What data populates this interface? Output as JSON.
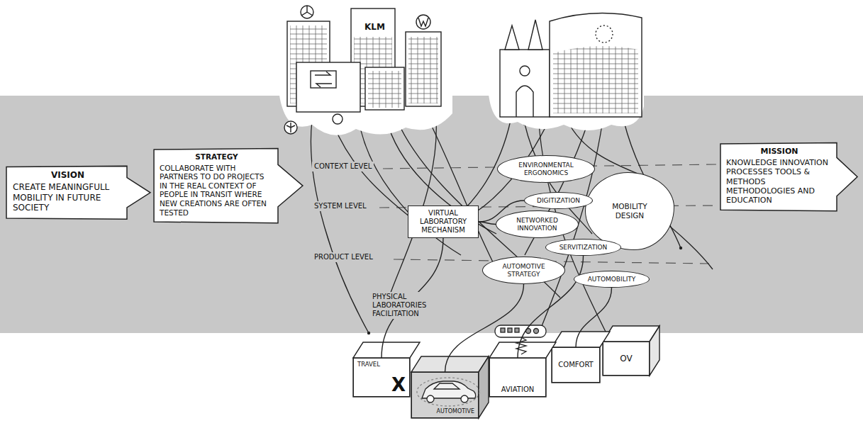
{
  "diagram": {
    "nodes": [
      {
        "text": [
          "VISION",
          "CREATE MEANINGFULL MOBILITY IN FUTURE SOCIETY"
        ]
      },
      {
        "text": [
          "STRATEGY",
          "COLLABORATE WITH PARTNERS TO DO PROJECTS IN THE REAL CONTEXT OF PEOPLE IN TRANSIT WHERE NEW CREATIONS ARE OFTEN TESTED"
        ]
      },
      {
        "text": [
          "VIRTUAL LABORATORY MECHANISM"
        ]
      },
      {
        "text": [
          "ENVIRONMENTAL ERGONOMICS"
        ]
      },
      {
        "text": [
          "DIGITIZATION"
        ]
      },
      {
        "text": [
          "NETWORKED INNOVATION"
        ]
      },
      {
        "text": [
          "MOBILITY DESIGN"
        ]
      },
      {
        "text": [
          "SERVITIZATION"
        ]
      },
      {
        "text": [
          "AUTOMOTIVE STRATEGY"
        ]
      },
      {
        "text": [
          "AUTOMOBILITY"
        ]
      },
      {
        "text": [
          "MISSION",
          "KNOWLEDGE INNOVATION PROCESSES TOOLS & METHODS METHODOLOGIES AND EDUCATION"
        ]
      },
      {
        "text": [
          "TRAVEL",
          "X"
        ]
      },
      {
        "text": [
          "AUTOMOTIVE"
        ]
      },
      {
        "text": [
          "AVIATION"
        ]
      },
      {
        "text": [
          "COMFORT"
        ]
      },
      {
        "text": [
          "OV"
        ]
      }
    ],
    "edges": [
      {
        "from": 11,
        "to": 2,
        "arrow": "none"
      },
      {
        "from": 12,
        "to": 8,
        "arrow": "none"
      },
      {
        "from": 13,
        "to": 7,
        "arrow": "none"
      },
      {
        "from": 14,
        "to": 9,
        "arrow": "none"
      },
      {
        "from": 2,
        "to": 4,
        "arrow": "none"
      },
      {
        "from": 2,
        "to": 5,
        "arrow": "none"
      }
    ],
    "labels": [
      "KLM",
      "CONTEXT LEVEL",
      "SYSTEM LEVEL",
      "PRODUCT LEVEL",
      "PHYSICAL LABORATORIES FACILITATION"
    ]
  }
}
